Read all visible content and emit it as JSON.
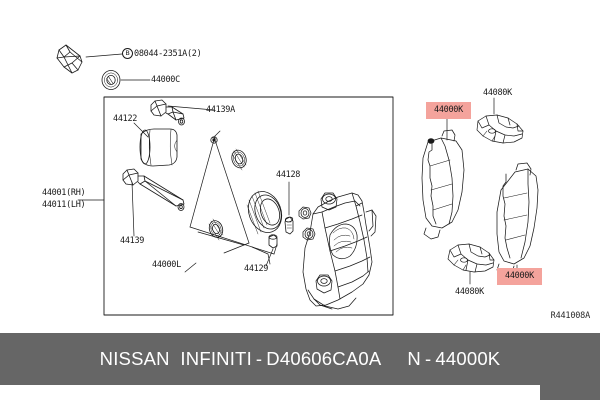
{
  "document": {
    "reference_code": "R441008A"
  },
  "main_panel": {
    "name": "rear brake caliper assembly",
    "labels": [
      {
        "id": "bolt-spec",
        "text": "08044-2351A(2)",
        "prefix": "B"
      },
      {
        "id": "washer",
        "text": "44000C"
      },
      {
        "id": "assy-rh",
        "text": "44001(RH)"
      },
      {
        "id": "assy-lh",
        "text": "44011(LH)"
      },
      {
        "id": "pin-bolt-upper",
        "text": "44139A"
      },
      {
        "id": "piston-boot",
        "text": "44122"
      },
      {
        "id": "pin-bolt-lower",
        "text": "44139"
      },
      {
        "id": "seal-kit",
        "text": "44000L"
      },
      {
        "id": "piston",
        "text": "44128"
      },
      {
        "id": "bleed-screw",
        "text": "44129"
      }
    ]
  },
  "pads_panel": {
    "name": "brake pad kit and shims",
    "labels": [
      {
        "id": "pad-kit-upper",
        "text": "44000K",
        "highlighted": true
      },
      {
        "id": "shim-upper",
        "text": "44080K",
        "highlighted": false
      },
      {
        "id": "pad-kit-lower",
        "text": "44000K",
        "highlighted": true
      },
      {
        "id": "shim-lower",
        "text": "44080K",
        "highlighted": false
      }
    ]
  },
  "footer": {
    "brand_nissan": "NISSAN",
    "brand_infiniti": "INFINITI",
    "part_separator": "-",
    "part_number": "D40606CA0A",
    "group_prefix": "N",
    "group_separator": "-",
    "group_number": "44000K"
  },
  "colors": {
    "highlight": "#f4a39c",
    "footer_bg": "#666666",
    "line": "#1a1a1a"
  }
}
